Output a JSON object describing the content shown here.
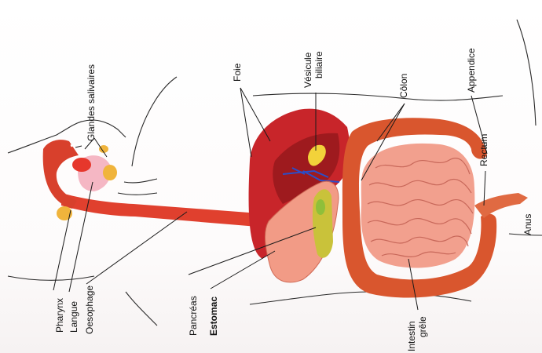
{
  "labels": {
    "glandes_salivaires": "Glandes salivaires",
    "vesicule_line1": "Vésicule",
    "vesicule_line2": "biliaire",
    "foie": "Foie",
    "colon": "Côlon",
    "appendice": "Appendice",
    "rectum": "Rectum",
    "anus": "Anus",
    "pharynx": "Pharynx",
    "langue": "Langue",
    "oesophage": "Oesophage",
    "pancreas": "Pancréas",
    "estomac": "Estomac",
    "intestin_line1": "Intestin",
    "intestin_line2": "grêle"
  },
  "colors": {
    "liver": "#c8252a",
    "liver_dark": "#9e1a1e",
    "gallbladder": "#f2d23a",
    "esophagus": "#e0402e",
    "stomach": "#f29b86",
    "pancreas": "#c9c23a",
    "small_intestine": "#f2a08e",
    "colon": "#d9562e",
    "bile_duct": "#2b4ec9",
    "tongue": "#f5b7c4",
    "salivary_gland": "#f0b43c"
  }
}
